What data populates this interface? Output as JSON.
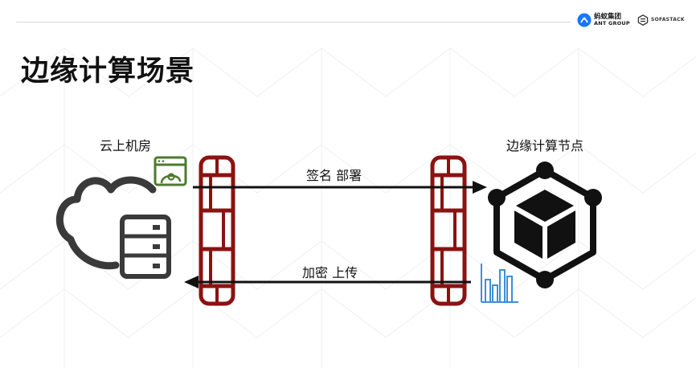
{
  "slide": {
    "title": "边缘计算场景",
    "logos": {
      "ant_group_cn": "蚂蚁集团",
      "ant_group_en": "ANT GROUP",
      "sofastack": "SOFASTACK"
    }
  },
  "diagram": {
    "cloud_label": "云上机房",
    "edge_node_label": "边缘计算节点",
    "forward_arrow_label": "签名 部署",
    "backward_arrow_label": "加密 上传"
  },
  "colors": {
    "firewall": "#8b1212",
    "app_icon": "#4e7a2f",
    "chart_icon": "#3e8fd6",
    "arrow": "#111111",
    "cloud_outline": "#3a3a3a",
    "ant_blue": "#1677ff"
  },
  "icons": [
    "cloud-icon",
    "server-icon",
    "app-window-icon",
    "firewall-icon",
    "edge-cube-icon",
    "bar-chart-icon",
    "ant-group-logo",
    "sofastack-logo"
  ]
}
